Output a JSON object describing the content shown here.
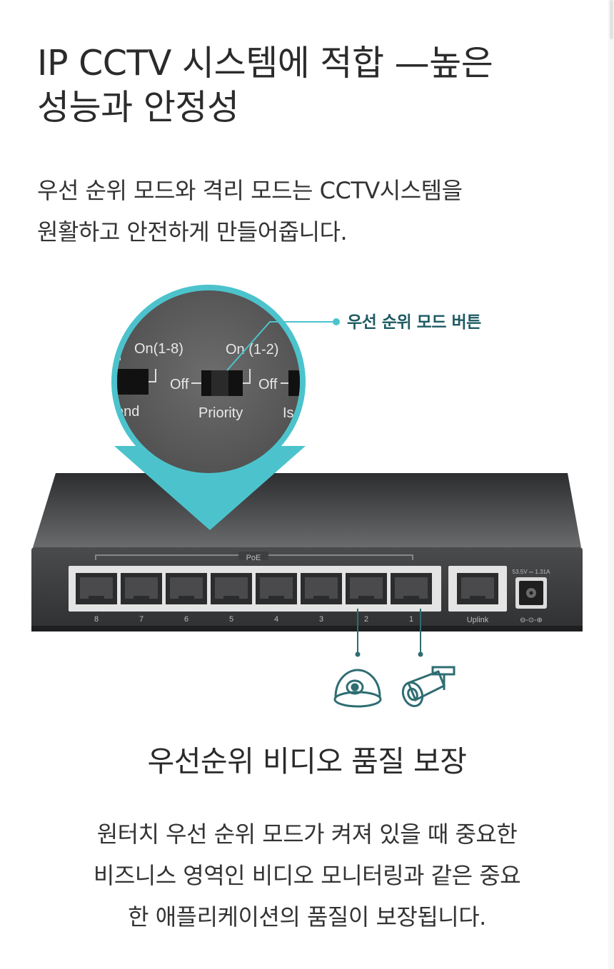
{
  "heading": {
    "line1": "IP CCTV 시스템에 적합 —높은",
    "line2": "성능과 안정성"
  },
  "intro": {
    "line1": "우선 순위 모드와 격리 모드는 CCTV시스템을",
    "line2": "원활하고 안전하게 만들어줍니다."
  },
  "illustration": {
    "callout_label": "우선 순위 모드 버튼",
    "zoom": {
      "label_on_left": "On(1-8)",
      "label_on_right": "On (1-2)",
      "label_off_1": "Off",
      "label_off_2": "Off",
      "label_extend": "end",
      "label_priority": "Priority",
      "label_iso": "Isc"
    },
    "switch": {
      "poe_label": "PoE",
      "port_numbers": [
        "8",
        "7",
        "6",
        "5",
        "4",
        "3",
        "2",
        "1"
      ],
      "uplink_label": "Uplink",
      "power_rating": "53.5V ⎓ 1.31A",
      "polarity_symbol": "⊖-⊙-⊕"
    },
    "colors": {
      "accent_teal": "#4cc3cc",
      "callout_text": "#1f5b63",
      "switch_body": "#3a3b3d",
      "camera_line": "#2e6d72"
    }
  },
  "feature": {
    "title": "우선순위 비디오 품질 보장",
    "line1": "원터치 우선 순위 모드가 켜져 있을 때 중요한",
    "line2": "비즈니스 영역인 비디오 모니터링과 같은 중요",
    "line3": "한 애플리케이션의 품질이 보장됩니다."
  }
}
